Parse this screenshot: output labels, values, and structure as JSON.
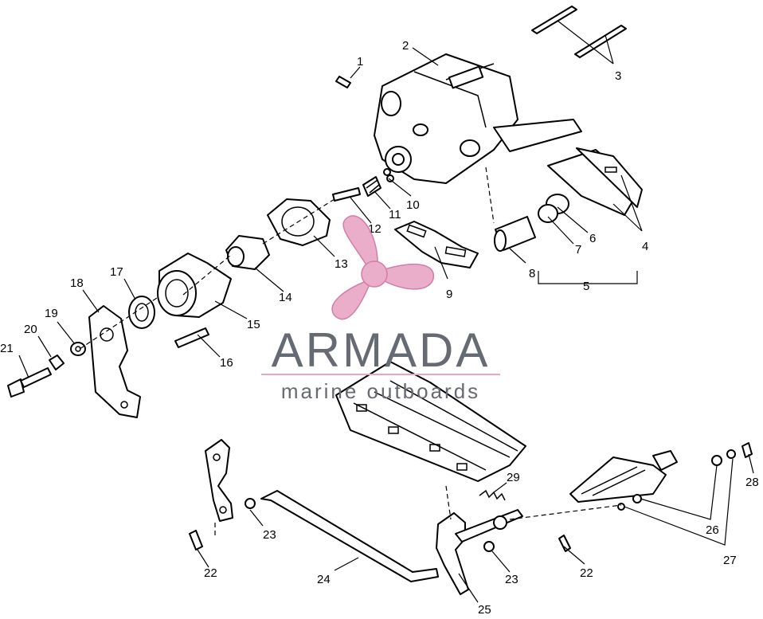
{
  "callouts": [
    {
      "n": "1"
    },
    {
      "n": "2"
    },
    {
      "n": "3"
    },
    {
      "n": "4"
    },
    {
      "n": "5"
    },
    {
      "n": "6"
    },
    {
      "n": "7"
    },
    {
      "n": "8"
    },
    {
      "n": "9"
    },
    {
      "n": "10"
    },
    {
      "n": "11"
    },
    {
      "n": "12"
    },
    {
      "n": "13"
    },
    {
      "n": "14"
    },
    {
      "n": "15"
    },
    {
      "n": "16"
    },
    {
      "n": "17"
    },
    {
      "n": "18"
    },
    {
      "n": "19"
    },
    {
      "n": "20"
    },
    {
      "n": "21"
    },
    {
      "n": "22"
    },
    {
      "n": "22"
    },
    {
      "n": "23"
    },
    {
      "n": "23"
    },
    {
      "n": "24"
    },
    {
      "n": "25"
    },
    {
      "n": "26"
    },
    {
      "n": "27"
    },
    {
      "n": "28"
    },
    {
      "n": "29"
    }
  ],
  "watermark": {
    "title": "ARMADA",
    "subtitle": "marine outboards",
    "colors": {
      "logo": "#e8a6c6",
      "text": "#666a72"
    }
  }
}
